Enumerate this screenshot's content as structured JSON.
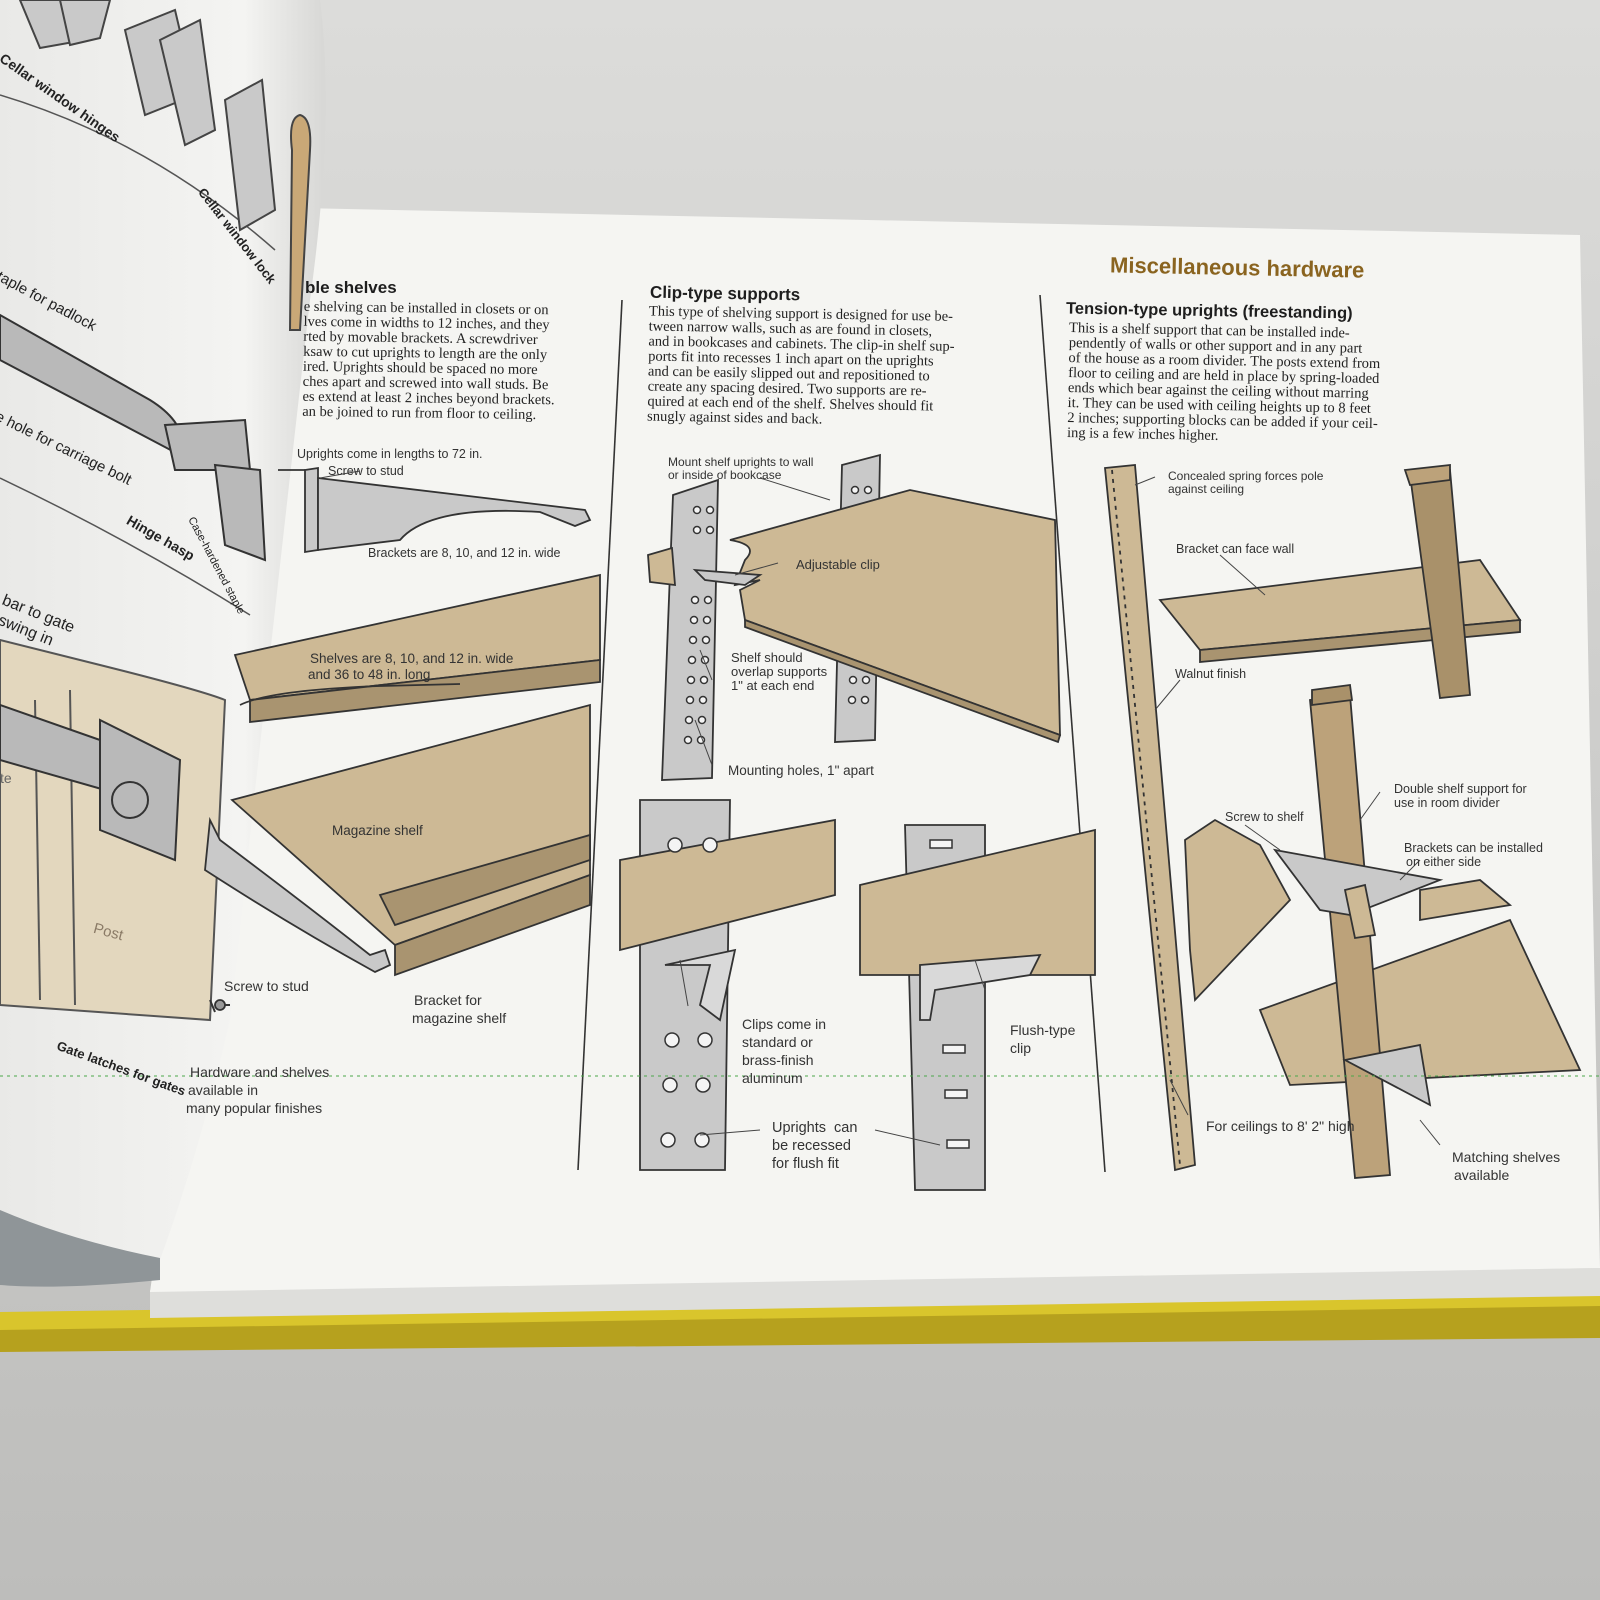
{
  "page": {
    "section_title": "Miscellaneous hardware",
    "accent_color": "#8a6420",
    "wood_color": "#cdb995",
    "metal_color": "#bdbdbd"
  },
  "left_page": {
    "labels": {
      "cellar_window_hinges": "Cellar window hinges",
      "cellar_window_lock": "Cellar window lock",
      "staple_for_padlock": "taple for padlock",
      "hole_for_carriage_bolt": "e hole for carriage bolt",
      "hinge_hasp": "Hinge hasp",
      "case_hardened": "Case-hardened staple",
      "bar_to_gate": "bar to gate",
      "swing_in": "swing in",
      "gate": "te",
      "post": "Post",
      "gate_latches": "Gate latches for gates"
    }
  },
  "adjustable": {
    "heading": "ble shelves",
    "body_lines": [
      "e shelving can be installed in closets or on",
      "lves come in widths to 12 inches, and they",
      "rted by movable brackets. A screwdriver",
      "ksaw to cut uprights to length are the only",
      "ired. Uprights should be spaced no more",
      "ches apart and screwed into wall studs. Be",
      "es extend at least 2 inches beyond brackets.",
      "an be joined to run from floor to ceiling."
    ],
    "labels": {
      "uprights_length": "Uprights come in lengths to 72 in.",
      "screw_to_stud_top": "Screw to stud",
      "brackets_width": "Brackets are 8, 10, and 12 in. wide",
      "shelves_size_1": "Shelves are 8, 10, and 12 in. wide",
      "shelves_size_2": "and 36 to 48 in. long",
      "magazine_shelf": "Magazine shelf",
      "screw_to_stud_bottom": "Screw to stud",
      "bracket_for_1": "Bracket for",
      "bracket_for_2": "magazine shelf",
      "finishes_1": "Hardware and shelves",
      "finishes_2": "available in",
      "finishes_3": "many popular finishes"
    }
  },
  "clip": {
    "heading": "Clip-type supports",
    "body_lines": [
      "This type of shelving support is designed for use be-",
      "tween narrow walls, such as are found in closets,",
      "and in bookcases and cabinets. The clip-in shelf sup-",
      "ports fit into recesses 1 inch apart on the uprights",
      "and can be easily slipped out and repositioned to",
      "create any spacing desired. Two supports are re-",
      "quired at each end of the shelf. Shelves should fit",
      "snugly against sides and back."
    ],
    "labels": {
      "mount_1": "Mount shelf uprights to wall",
      "mount_2": "or inside of bookcase",
      "adjustable_clip": "Adjustable clip",
      "overlap_1": "Shelf should",
      "overlap_2": "overlap supports",
      "overlap_3": "1\" at each end",
      "mounting_holes": "Mounting holes, 1\" apart",
      "clips_1": "Clips come in",
      "clips_2": "standard or",
      "clips_3": "brass-finish",
      "clips_4": "aluminum",
      "flush_1": "Flush-type",
      "flush_2": "clip",
      "recessed_1": "Uprights  can",
      "recessed_2": "be recessed",
      "recessed_3": "for flush fit"
    }
  },
  "tension": {
    "heading": "Tension-type uprights (freestanding)",
    "body_lines": [
      "This is a shelf support that can be installed inde-",
      "pendently of walls or other support and in any part",
      "of the house as a room divider. The posts extend from",
      "floor to ceiling and are held in place by spring-loaded",
      "ends which bear against the ceiling without marring",
      "it. They can be used with ceiling heights up to 8 feet",
      "2 inches; supporting blocks can be added if your ceil-",
      "ing is a few inches higher."
    ],
    "labels": {
      "spring_1": "Concealed spring forces pole",
      "spring_2": "against ceiling",
      "bracket_face_wall": "Bracket can face wall",
      "walnut_finish": "Walnut finish",
      "double_1": "Double shelf support for",
      "double_2": "use in room divider",
      "screw_to_shelf": "Screw to shelf",
      "either_1": "Brackets can be installed",
      "either_2": "on either side",
      "ceilings": "For ceilings to 8' 2\" high",
      "matching_1": "Matching shelves",
      "matching_2": "available"
    }
  }
}
